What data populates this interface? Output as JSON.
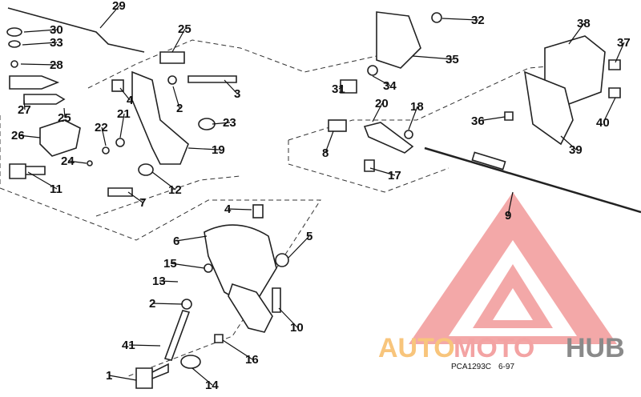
{
  "diagram": {
    "callouts": [
      "29",
      "30",
      "33",
      "28",
      "27",
      "25",
      "25",
      "4",
      "2",
      "3",
      "21",
      "22",
      "26",
      "24",
      "23",
      "19",
      "11",
      "12",
      "7",
      "4",
      "6",
      "5",
      "15",
      "13",
      "2",
      "10",
      "41",
      "16",
      "1",
      "14",
      "32",
      "35",
      "31",
      "34",
      "20",
      "18",
      "8",
      "17",
      "38",
      "37",
      "40",
      "36",
      "39",
      "9"
    ],
    "drawing_code": "PCA1293C",
    "drawing_date": "6-97"
  },
  "watermark": {
    "part1": "AUTO",
    "part2": "MOTO",
    "part3": "HUB",
    "colors": {
      "auto": "#f8c57c",
      "moto": "#f3a3a3",
      "hub": "#8a8a8a",
      "triangle": "#f29a9a"
    }
  }
}
